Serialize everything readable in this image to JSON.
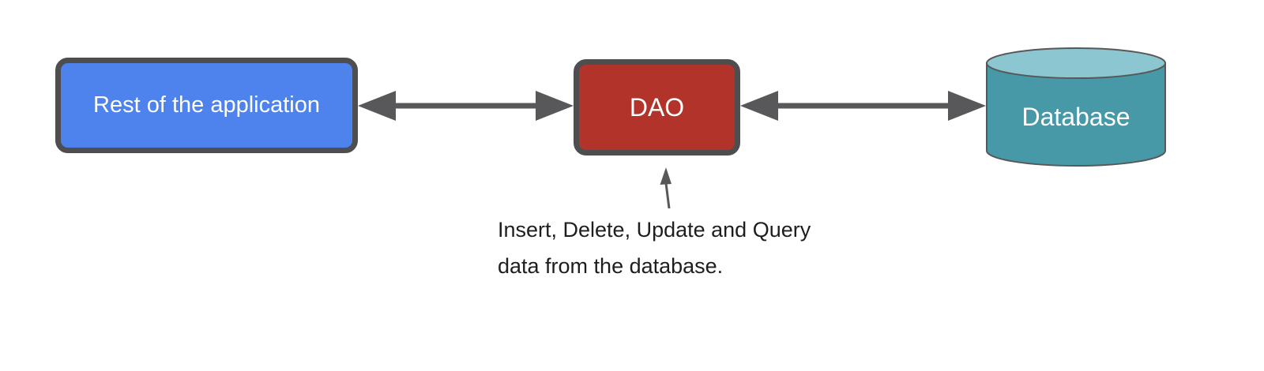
{
  "diagram": {
    "nodes": {
      "app": {
        "label": "Rest of the application",
        "fill": "#4e82ec",
        "border_color": "#4e4e50",
        "text_color": "#ffffff",
        "shape": "rounded-rectangle"
      },
      "dao": {
        "label": "DAO",
        "fill": "#b23329",
        "border_color": "#4e4e50",
        "text_color": "#ffffff",
        "shape": "rounded-rectangle"
      },
      "database": {
        "label": "Database",
        "body_fill": "#4799a8",
        "top_fill": "#8cc7d1",
        "stroke_color": "#58585a",
        "text_color": "#ffffff",
        "shape": "cylinder"
      }
    },
    "connections": [
      {
        "from": "app",
        "to": "dao",
        "type": "bidirectional",
        "color": "#58585a"
      },
      {
        "from": "dao",
        "to": "database",
        "type": "bidirectional",
        "color": "#58585a"
      }
    ],
    "annotation": {
      "line1": "Insert, Delete, Update and Query",
      "line2": "data from the database.",
      "pointer_target": "dao",
      "pointer_color": "#58585a",
      "text_color": "#1e1e1e"
    }
  }
}
